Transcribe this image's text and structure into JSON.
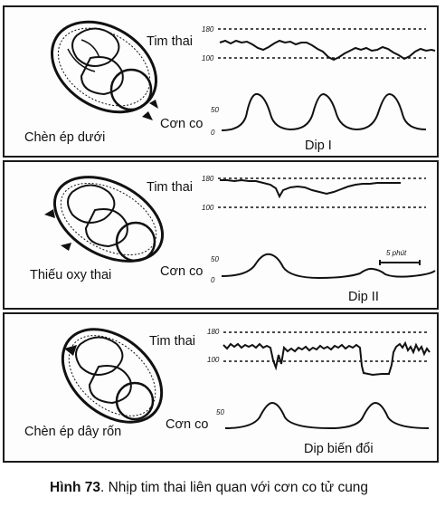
{
  "panels": [
    {
      "fetal_illustration_label": "Chèn ép dưới",
      "fhr_label": "Tim thai",
      "fhr_upper_tick": "180",
      "fhr_lower_tick": "100",
      "contraction_label": "Cơn co",
      "contraction_upper_tick": "50",
      "contraction_lower_tick": "0",
      "pattern_label": "Dip I"
    },
    {
      "fetal_illustration_label": "Thiếu oxy thai",
      "fhr_label": "Tim thai",
      "fhr_upper_tick": "180",
      "fhr_lower_tick": "100",
      "contraction_label": "Cơn co",
      "contraction_upper_tick": "50",
      "contraction_lower_tick": "0",
      "time_scale_label": "5 phút",
      "pattern_label": "Dip II"
    },
    {
      "fetal_illustration_label": "Chèn ép dây rốn",
      "fhr_label": "Tim thai",
      "fhr_upper_tick": "180",
      "fhr_lower_tick": "100",
      "contraction_label": "Cơn co",
      "contraction_upper_tick": "50",
      "pattern_label": "Dip biến đổi"
    }
  ],
  "caption": {
    "figure_number": "Hình 73",
    "text": ". Nhịp tim thai liên quan với cơn co tử cung"
  }
}
